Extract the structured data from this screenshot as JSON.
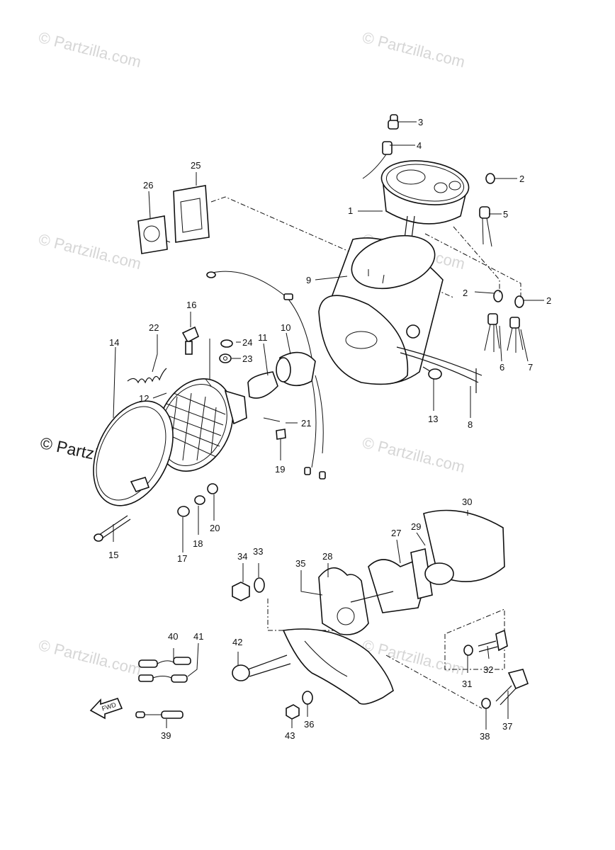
{
  "watermarks": {
    "text": "© Partzilla.com",
    "highlighted": "© Partzilla.com"
  },
  "fwd_label": "FWD",
  "labels": {
    "p1": "1",
    "p2a": "2",
    "p2b": "2",
    "p2c": "2",
    "p3": "3",
    "p4": "4",
    "p5": "5",
    "p6": "6",
    "p7": "7",
    "p8": "8",
    "p9": "9",
    "p10": "10",
    "p11": "11",
    "p12": "12",
    "p13": "13",
    "p14": "14",
    "p15": "15",
    "p16": "16",
    "p17": "17",
    "p18": "18",
    "p19": "19",
    "p20": "20",
    "p21": "21",
    "p22": "22",
    "p23": "23",
    "p24": "24",
    "p25": "25",
    "p26": "26",
    "p27": "27",
    "p28": "28",
    "p29": "29",
    "p30": "30",
    "p31": "31",
    "p32": "32",
    "p33": "33",
    "p34": "34",
    "p35": "35",
    "p36": "36",
    "p37": "37",
    "p38": "38",
    "p39": "39",
    "p40": "40",
    "p41": "41",
    "p42": "42",
    "p43": "43"
  }
}
